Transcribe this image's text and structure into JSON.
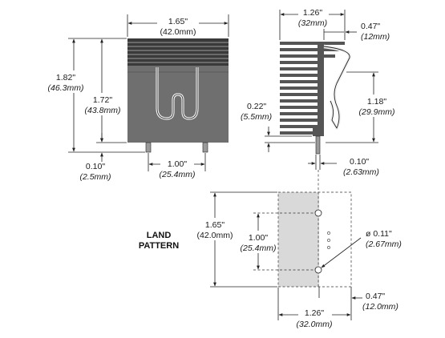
{
  "front_view": {
    "width_in": "1.65\"",
    "width_mm": "(42.0mm)",
    "height_in": "1.82\"",
    "height_mm": "(46.3mm)",
    "body_height_in": "1.72\"",
    "body_height_mm": "(43.8mm)",
    "pin_length_in": "0.10\"",
    "pin_length_mm": "(2.5mm)",
    "pin_spacing_in": "1.00\"",
    "pin_spacing_mm": "(25.4mm)"
  },
  "side_view": {
    "width_in": "1.26\"",
    "width_mm": "(32mm)",
    "clip_in": "0.47\"",
    "clip_mm": "(12mm)",
    "clip_height_in": "1.18\"",
    "clip_height_mm": "(29.9mm)",
    "base_in": "0.22\"",
    "base_mm": "(5.5mm)",
    "pin_offset_in": "0.10\"",
    "pin_offset_mm": "(2.63mm)"
  },
  "land_pattern": {
    "title_line1": "LAND",
    "title_line2": "PATTERN",
    "height_in": "1.65\"",
    "height_mm": "(42.0mm)",
    "pin_spacing_in": "1.00\"",
    "pin_spacing_mm": "(25.4mm)",
    "hole_dia_in": "ø 0.11\"",
    "hole_dia_mm": "(2.67mm)",
    "right_in": "0.47\"",
    "right_mm": "(12.0mm)",
    "width_in": "1.26\"",
    "width_mm": "(32.0mm)"
  },
  "colors": {
    "heatsink_body": "#6f6f6f",
    "heatsink_fin": "#555555",
    "land_shade": "#d9d9d9"
  }
}
